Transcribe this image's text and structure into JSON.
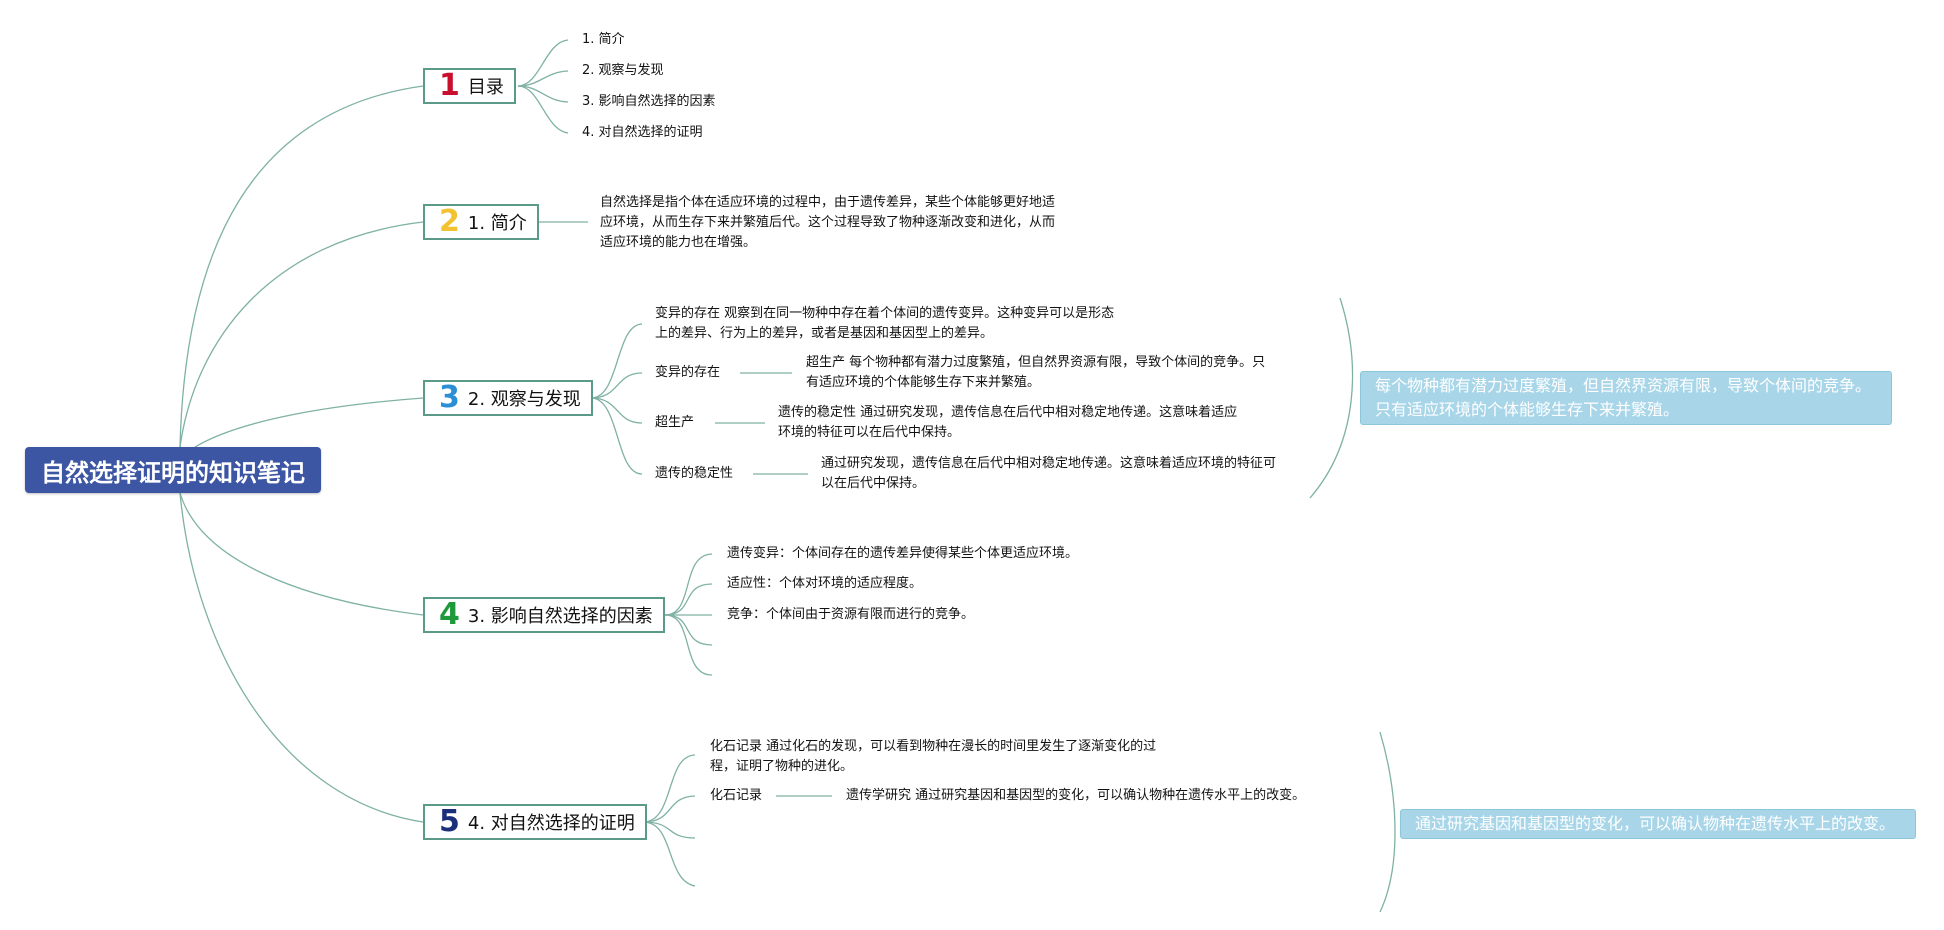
{
  "root": {
    "title": "自然选择证明的知识笔记"
  },
  "branches": [
    {
      "number": "1",
      "number_color": "#c8102e",
      "label": "目录",
      "children": [
        "1. 简介",
        "2. 观察与发现",
        "3. 影响自然选择的因素",
        "4. 对自然选择的证明"
      ]
    },
    {
      "number": "2",
      "number_color": "#f2c230",
      "label": "1. 简介",
      "paragraph": [
        "自然选择是指个体在适应环境的过程中，由于遗传差异，某些个体能够更好地适",
        "应环境，从而生存下来并繁殖后代。这个过程导致了物种逐渐改变和进化，从而",
        "适应环境的能力也在增强。"
      ]
    },
    {
      "number": "3",
      "number_color": "#2a8fd6",
      "label": "2. 观察与发现",
      "items": [
        {
          "text": [
            "变异的存在 观察到在同一物种中存在着个体间的遗传变异。这种变异可以是形态",
            "上的差异、行为上的差异，或者是基因和基因型上的差异。"
          ]
        },
        {
          "label": "变异的存在",
          "detail": [
            "超生产 每个物种都有潜力过度繁殖，但自然界资源有限，导致个体间的竞争。只",
            "有适应环境的个体能够生存下来并繁殖。"
          ]
        },
        {
          "label": "超生产",
          "detail": [
            "遗传的稳定性 通过研究发现，遗传信息在后代中相对稳定地传递。这意味着适应",
            "环境的特征可以在后代中保持。"
          ]
        },
        {
          "label": "遗传的稳定性",
          "detail": [
            "通过研究发现，遗传信息在后代中相对稳定地传递。这意味着适应环境的特征可",
            "以在后代中保持。"
          ]
        }
      ],
      "callout": [
        "每个物种都有潜力过度繁殖，但自然界资源有限，导致个体间的竞争。",
        "只有适应环境的个体能够生存下来并繁殖。"
      ]
    },
    {
      "number": "4",
      "number_color": "#1f9a3a",
      "label": "3. 影响自然选择的因素",
      "children": [
        "遗传变异：个体间存在的遗传差异使得某些个体更适应环境。",
        "适应性：个体对环境的适应程度。",
        "竞争：个体间由于资源有限而进行的竞争。"
      ]
    },
    {
      "number": "5",
      "number_color": "#1c2f7a",
      "label": "4. 对自然选择的证明",
      "items": [
        {
          "text": [
            "化石记录 通过化石的发现，可以看到物种在漫长的时间里发生了逐渐变化的过",
            "程，证明了物种的进化。"
          ]
        },
        {
          "label": "化石记录",
          "detail": [
            "遗传学研究 通过研究基因和基因型的变化，可以确认物种在遗传水平上的改变。"
          ]
        }
      ],
      "callout": [
        "通过研究基因和基因型的变化，可以确认物种在遗传水平上的改变。"
      ]
    }
  ],
  "colors": {
    "root_bg": "#3d56a3",
    "line": "#5a9a88",
    "callout_bg": "#a8d6e8"
  }
}
